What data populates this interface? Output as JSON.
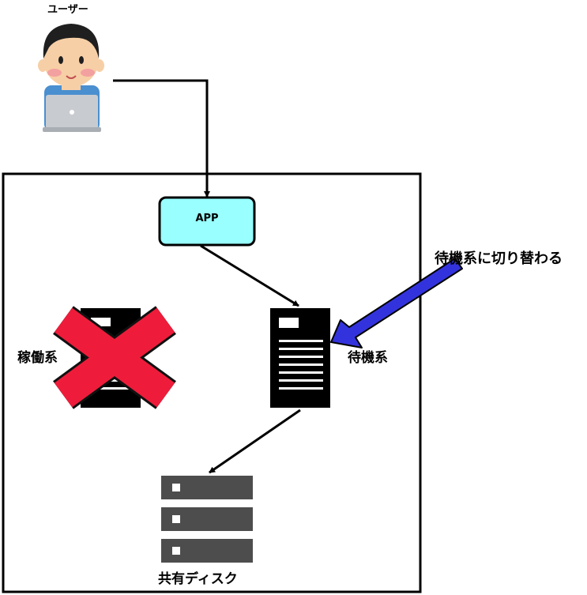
{
  "labels": {
    "user": "ユーザー",
    "app": "APP",
    "active_system": "稼働系",
    "standby_system": "待機系",
    "failover": "待機系に切り替わる",
    "shared_disk": "共有ディスク"
  },
  "status": {
    "active_system": "failed"
  },
  "colors": {
    "app_box_fill": "#99ffff",
    "failover_arrow": "#3333dd",
    "failure_mark": "#ee1c3a",
    "server_body": "#000000",
    "disk_body": "#4d4d4d"
  },
  "icons": {
    "user": "user-with-laptop-icon",
    "active_server": "server-icon",
    "standby_server": "server-icon",
    "failure": "cross-mark-icon",
    "shared_disk": "disk-array-icon"
  }
}
